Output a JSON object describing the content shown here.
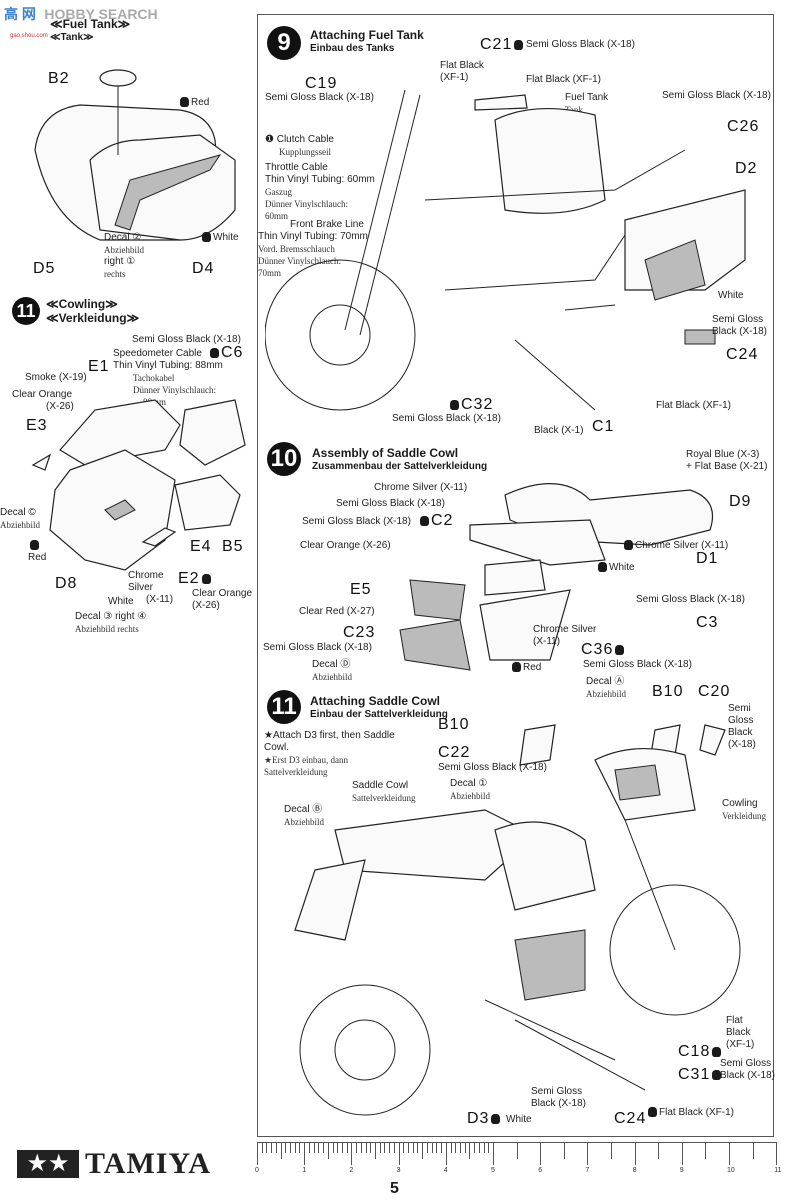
{
  "watermark": {
    "brand": "HOBBY SEARCH",
    "logo_cn": "高 网",
    "url": "gao.shou.com"
  },
  "page_number": "5",
  "brand_logo": "TAMIYA",
  "left_top": {
    "title_en": "≪Fuel Tank≫",
    "title_de": "≪Tank≫",
    "parts": {
      "b2": "B2",
      "d5": "D5",
      "d4": "D4"
    },
    "labels": {
      "red": "Red",
      "white": "White",
      "decal": "Decal ②",
      "decal_de": "Abziehbild",
      "decal_right": "right ①",
      "decal_right_de": "rechts"
    }
  },
  "left_cowling": {
    "step": "11",
    "title_en": "≪Cowling≫",
    "title_de": "≪Verkleidung≫",
    "parts": {
      "c6": "C6",
      "e1": "E1",
      "e3": "E3",
      "d8": "D8",
      "e4": "E4",
      "b5": "B5",
      "e2": "E2"
    },
    "labels": {
      "semi_gloss": "Semi Gloss Black (X-18)",
      "speedo": "Speedometer Cable",
      "speedo_tubing": "Thin Vinyl Tubing: 88mm",
      "speedo_de1": "Tachokabel",
      "speedo_de2": "Dünner Vinylschlauch:",
      "speedo_de3": "88mm",
      "smoke": "Smoke (X-19)",
      "clear_orange": "Clear Orange",
      "clear_orange_code": "(X-26)",
      "decal_c": "Decal ©",
      "decal_c_de": "Abziehbild",
      "red": "Red",
      "chrome": "Chrome",
      "silver": "Silver",
      "x11": "(X-11)",
      "white": "White",
      "clear_orange2": "Clear Orange",
      "clear_orange2_code": "(X-26)",
      "decal_3": "Decal ③ right ④",
      "decal_3_de": "Abziehbild rechts"
    }
  },
  "step9": {
    "step": "9",
    "title_en": "Attaching Fuel Tank",
    "title_de": "Einbau des Tanks",
    "parts": {
      "c21": "C21",
      "c19": "C19",
      "c26": "C26",
      "d2": "D2",
      "c24": "C24",
      "c32": "C32",
      "c1": "C1"
    },
    "labels": {
      "c21_paint": "Semi Gloss Black (X-18)",
      "flat_black_a": "Flat Black",
      "flat_black_a_code": "(XF-1)",
      "flat_black_b": "Flat Black (XF-1)",
      "c19_paint": "Semi Gloss Black (X-18)",
      "fuel_tank": "Fuel Tank",
      "fuel_tank_de": "Tank",
      "c26_paint": "Semi Gloss Black (X-18)",
      "clutch": "❶ Clutch Cable",
      "clutch_de": "Kupplungsseil",
      "throttle": "Throttle Cable",
      "throttle_tubing": "Thin Vinyl Tubing: 60mm",
      "throttle_de1": "Gaszug",
      "throttle_de2": "Dünner Vinylschlauch:",
      "throttle_de3": "60mm",
      "brake": "Front Brake Line",
      "brake_tubing": "Thin Vinyl Tubing: 70mm",
      "brake_de1": "Vord. Bremsschlauch",
      "brake_de2": "Dünner Vinylschlauch:",
      "brake_de3": "70mm",
      "white": "White",
      "sg1": "Semi Gloss",
      "sg2": "Black (X-18)",
      "c32_paint": "Semi Gloss Black (X-18)",
      "flat_black_c": "Flat Black (XF-1)",
      "black_x1": "Black (X-1)"
    }
  },
  "step10": {
    "step": "10",
    "title_en": "Assembly of Saddle Cowl",
    "title_de": "Zusammenbau der Sattelverkleidung",
    "parts": {
      "c2": "C2",
      "e5": "E5",
      "c23": "C23",
      "d9": "D9",
      "d1": "D1",
      "c3": "C3",
      "c36": "C36"
    },
    "labels": {
      "chrome_silver": "Chrome Silver (X-11)",
      "sgb1": "Semi Gloss Black (X-18)",
      "sgb2": "Semi Gloss Black (X-18)",
      "clear_orange": "Clear Orange (X-26)",
      "clear_red": "Clear Red (X-27)",
      "sgb3": "Semi Gloss Black (X-18)",
      "decal_d": "Decal Ⓓ",
      "decal_d_de": "Abziehbild",
      "royal_blue": "Royal Blue (X-3)",
      "flat_base": "+ Flat Base (X-21)",
      "chrome_silver2": "Chrome Silver (X-11)",
      "white": "White",
      "sgb4": "Semi Gloss Black (X-18)",
      "chrome": "Chrome Silver",
      "x11": "(X-11)",
      "sgb5": "Semi Gloss Black (X-18)",
      "red": "Red"
    }
  },
  "step11": {
    "step": "11",
    "title_en": "Attaching Saddle Cowl",
    "title_de": "Einbau der Sattelverkleidung",
    "note_en": "★Attach D3 first, then Saddle Cowl.",
    "note_de": "★Erst D3 einbau, dann Sattelverkleidung",
    "parts": {
      "b10a": "B10",
      "c22": "C22",
      "b10b": "B10",
      "c20": "C20",
      "c18": "C18",
      "c31": "C31",
      "d3": "D3",
      "c24": "C24"
    },
    "labels": {
      "c22_paint": "Semi Gloss Black (X-18)",
      "decal_a": "Decal Ⓐ",
      "decal_a_de": "Abziehbild",
      "decal_i": "Decal ①",
      "decal_i_de": "Abziehbild",
      "sg": "Semi",
      "sg2": "Gloss",
      "sg3": "Black",
      "sg4": "(X-18)",
      "saddle": "Saddle Cowl",
      "saddle_de": "Sattelverkleidung",
      "decal_b": "Decal Ⓑ",
      "decal_b_de": "Abziehbild",
      "cowling": "Cowling",
      "cowling_de": "Verkleidung",
      "flat1": "Flat",
      "flat2": "Black",
      "flat3": "(XF-1)",
      "c31_sg1": "Semi Gloss",
      "c31_sg2": "Black (X-18)",
      "sg_a": "Semi Gloss",
      "sg_b": "Black (X-18)",
      "white": "White",
      "flat_black": "Flat Black (XF-1)"
    }
  },
  "ruler": {
    "labels": [
      "0",
      "1",
      "2",
      "3",
      "4",
      "5",
      "6",
      "7",
      "8",
      "9",
      "10",
      "11"
    ]
  }
}
